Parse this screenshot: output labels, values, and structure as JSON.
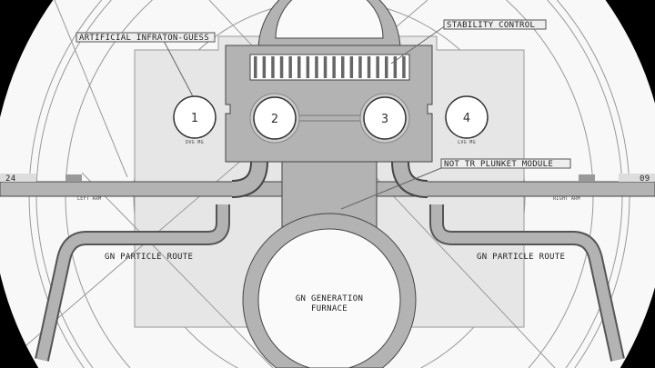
{
  "labels": {
    "artificial": "ARTIFICIAL INFRATON-GUESS",
    "stability": "STABILITY CONTROL",
    "module": "NOT TR PLUNKET MODULE",
    "route_left": "GN PARTICLE ROUTE",
    "route_right": "GN PARTICLE ROUTE",
    "furnace_line1": "GN GENERATION",
    "furnace_line2": "FURNACE",
    "left_arm": "LEFT ARM",
    "right_arm": "RIGHT ARM",
    "sub1": "DVG MG",
    "sub4": "LVG MG",
    "counter_left": "24",
    "counter_right": "09"
  },
  "nodes": [
    "1",
    "2",
    "3",
    "4"
  ],
  "colors": {
    "body": "#b3b3b3",
    "outline": "#555555",
    "panel": "#e6e6e6",
    "bg": "#f8f8f8"
  }
}
